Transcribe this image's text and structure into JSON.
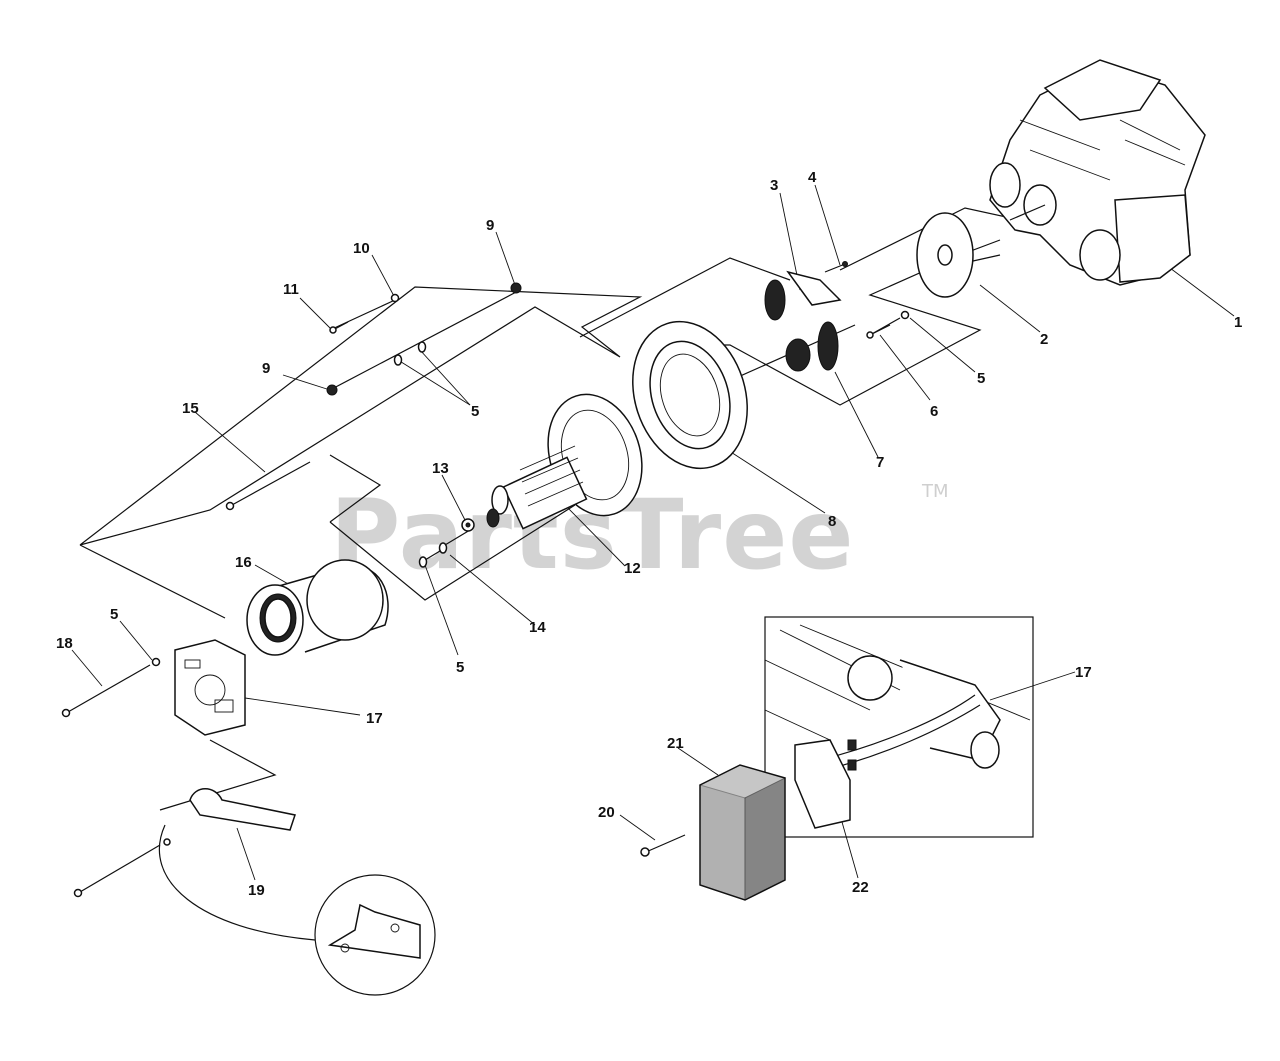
{
  "watermark": {
    "brand": "PartsTree",
    "trademark": "TM"
  },
  "callouts": {
    "c1": "1",
    "c2": "2",
    "c3": "3",
    "c4": "4",
    "c5a": "5",
    "c5b": "5",
    "c5c": "5",
    "c5d": "5",
    "c6": "6",
    "c7": "7",
    "c8": "8",
    "c9a": "9",
    "c9b": "9",
    "c10": "10",
    "c11": "11",
    "c12": "12",
    "c13": "13",
    "c14": "14",
    "c15": "15",
    "c16": "16",
    "c17a": "17",
    "c17b": "17",
    "c18": "18",
    "c19": "19",
    "c20": "20",
    "c21": "21",
    "c22": "22"
  }
}
